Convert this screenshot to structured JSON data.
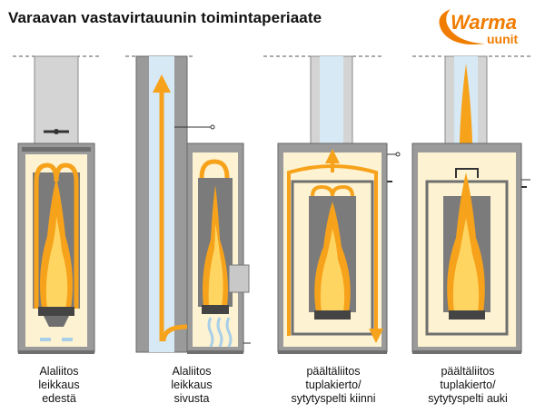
{
  "title": "Varaavan vastavirtauunin toimintaperiaate",
  "logo": {
    "line1": "Warma",
    "line2": "uunit"
  },
  "captions": [
    {
      "lines": [
        "Alaliitos",
        "leikkaus",
        "edestä"
      ]
    },
    {
      "lines": [
        "Alaliitos",
        "leikkaus",
        "sivusta"
      ]
    },
    {
      "lines": [
        "päältäliitos",
        "tuplakierto/",
        "sytytyspelti kiinni"
      ]
    },
    {
      "lines": [
        "päältäliitos",
        "tuplakierto/",
        "sytytyspelti auki"
      ]
    }
  ],
  "colors": {
    "wall": "#9a9a9a",
    "wall_dark": "#6f6f6f",
    "chimney": "#d4d4d4",
    "chamber": "#fdf3d2",
    "flame_outer": "#f7a21b",
    "flame_inner": "#ffd561",
    "brand_orange": "#f07d00",
    "air_blue": "#a9cfe8"
  }
}
